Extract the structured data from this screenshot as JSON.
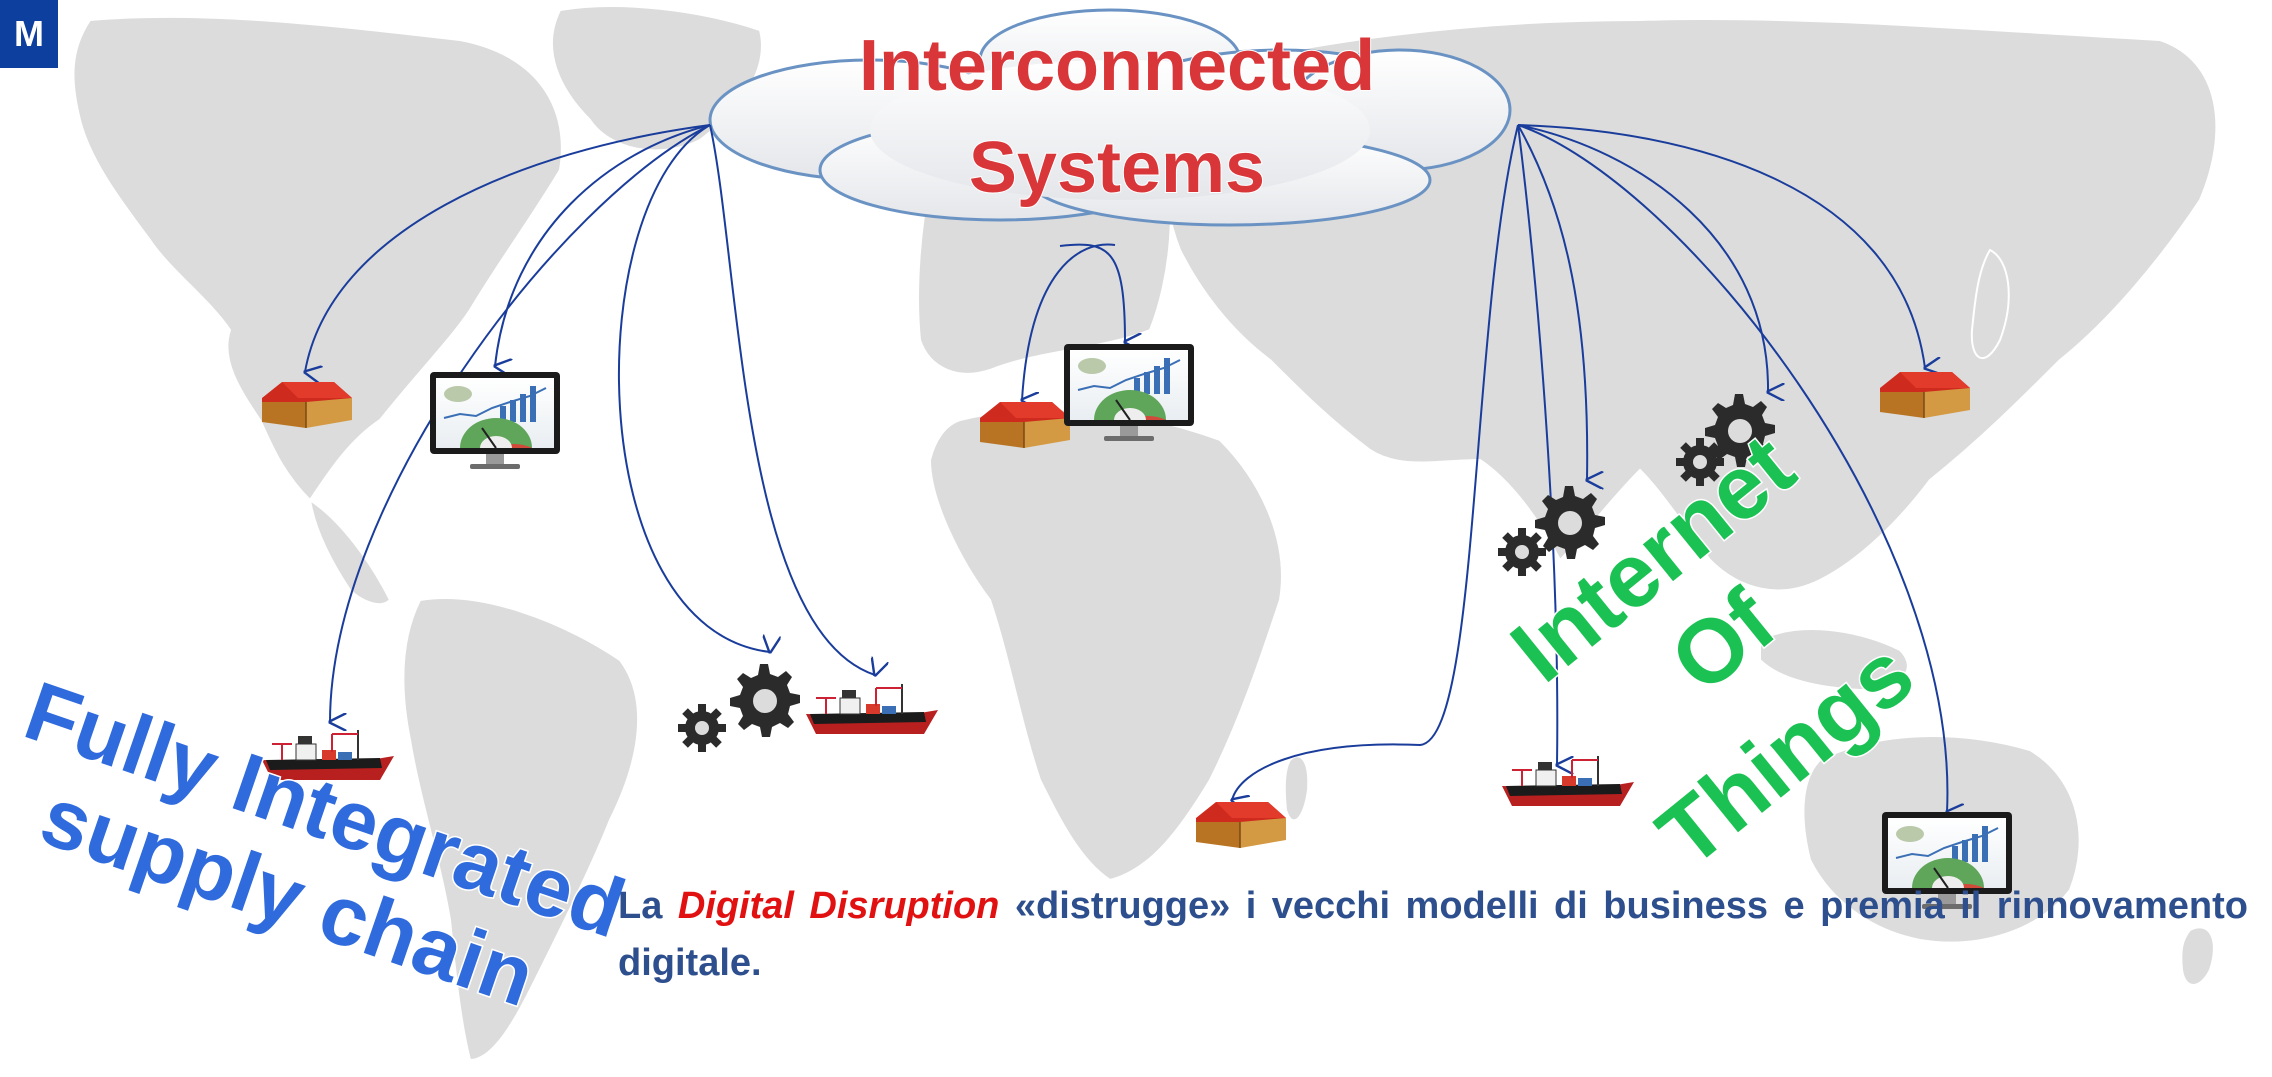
{
  "logo": {
    "text": "M"
  },
  "cloud": {
    "line1": "Interconnected",
    "line2": "Systems"
  },
  "left_slogan": {
    "line1": "Fully Integrated",
    "line2": "supply chain"
  },
  "right_slogan": {
    "line1": "Internet",
    "line2": "Of",
    "line3": "Things"
  },
  "paragraph": {
    "prefix": "La ",
    "highlight": "Digital Disruption",
    "suffix": " «distrugge» i vecchi modelli di business e premia il rinnovamento digitale."
  },
  "colors": {
    "map": "#dcdcdc",
    "connector": "#1a3d9c",
    "cloud_text": "#d9363a",
    "left_slogan": "#2f6bdd",
    "right_slogan": "#1bc253",
    "paragraph": "#2e4f8d",
    "highlight": "#e11111",
    "warehouse_roof": "#cf2a1e",
    "warehouse_wall": "#c8862f",
    "gear": "#2b2b2b"
  },
  "icons": [
    "warehouse-icon",
    "monitor-dashboard-icon",
    "gears-icon",
    "cargo-ship-icon",
    "cloud-icon"
  ]
}
